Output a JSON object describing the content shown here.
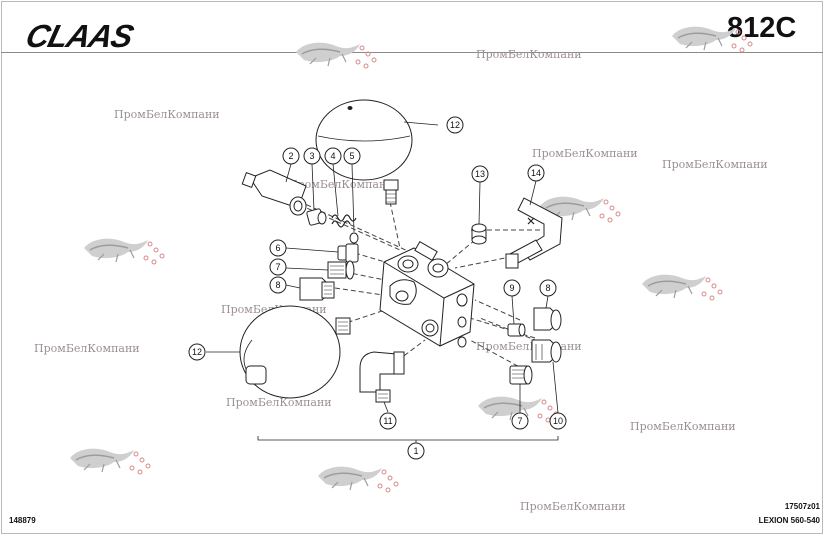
{
  "header": {
    "brand": "CLAAS",
    "page_code": "812C"
  },
  "footer": {
    "doc_number": "148879",
    "diagram_ref": "17507z01",
    "model": "LEXION 560-540"
  },
  "watermark": {
    "text": "ПромБелКомпани"
  },
  "callouts": [
    "1",
    "2",
    "3",
    "4",
    "5",
    "6",
    "7",
    "8",
    "9",
    "10",
    "11",
    "12",
    "13",
    "14"
  ],
  "colors": {
    "line": "#222222",
    "watermark": "#9a8f92",
    "stamp": "#d88a8a"
  }
}
